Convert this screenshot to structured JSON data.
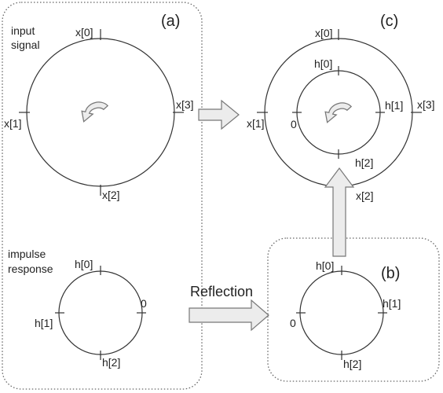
{
  "panels": {
    "a": {
      "label": "(a)",
      "input_label_line1": "input",
      "input_label_line2": "signal",
      "impulse_label_line1": "impulse",
      "impulse_label_line2": "response",
      "x0": "x[0]",
      "x1": "x[1]",
      "x2": "x[2]",
      "x3": "x[3]",
      "h0": "h[0]",
      "h1": "h[1]",
      "h2": "h[2]",
      "zero": "0"
    },
    "b": {
      "label": "(b)",
      "h0": "h[0]",
      "h1": "h[1]",
      "h2": "h[2]",
      "zero": "0"
    },
    "c": {
      "label": "(c)",
      "x0": "x[0]",
      "x1": "x[1]",
      "x2": "x[2]",
      "x3": "x[3]",
      "h0": "h[0]",
      "h1": "h[1]",
      "h2": "h[2]",
      "zero": "0"
    }
  },
  "reflection_label": "Reflection",
  "icons": {
    "rotation_a": "counterclockwise-rotation-arrow-icon",
    "rotation_c": "counterclockwise-rotation-arrow-icon",
    "arrow_a_to_c": "right-arrow-icon",
    "arrow_reflection": "right-arrow-icon",
    "arrow_b_to_c": "up-arrow-icon"
  }
}
